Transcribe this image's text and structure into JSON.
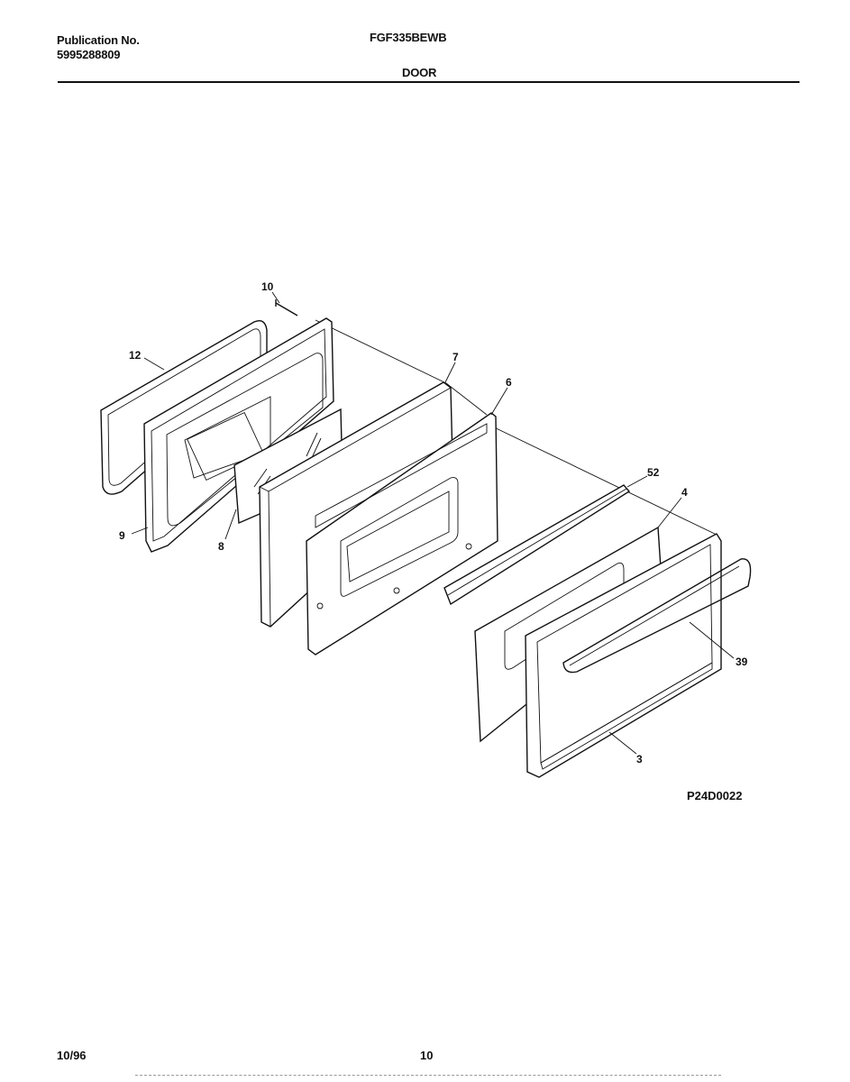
{
  "header": {
    "publication_label": "Publication No.",
    "publication_number": "5995288809",
    "model": "FGF335BEWB",
    "section": "DOOR"
  },
  "callouts": [
    "10",
    "12",
    "7",
    "6",
    "52",
    "4",
    "9",
    "8",
    "39",
    "3"
  ],
  "diagram_code": "P24D0022",
  "footer": {
    "date": "10/96",
    "page": "10"
  }
}
